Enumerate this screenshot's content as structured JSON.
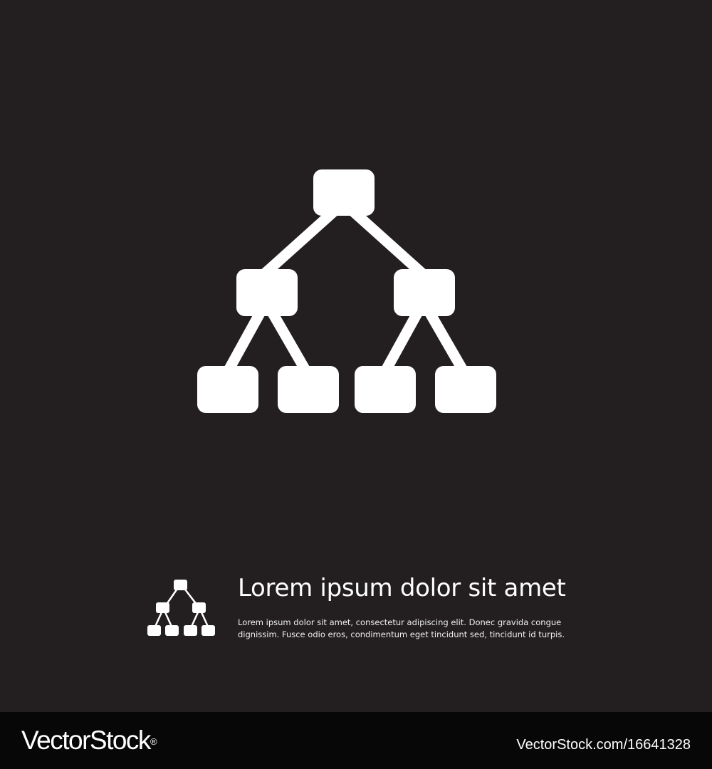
{
  "caption": {
    "title": "Lorem ipsum dolor sit amet",
    "body_line_1": "Lorem ipsum dolor sit amet, consectetur adipiscing elit. Donec gravida congue",
    "body_line_2": "dignissim. Fusce odio eros, condimentum eget tincidunt sed, tincidunt id turpis."
  },
  "footer": {
    "brand": "VectorStock",
    "brand_mark": "®",
    "image_id": "VectorStock.com/16641328"
  },
  "icons": {
    "main": "hierarchy-icon",
    "caption": "hierarchy-icon"
  },
  "colors": {
    "background": "#231f20",
    "icon": "#ffffff",
    "footer": "#070707",
    "text": "#ffffff"
  }
}
